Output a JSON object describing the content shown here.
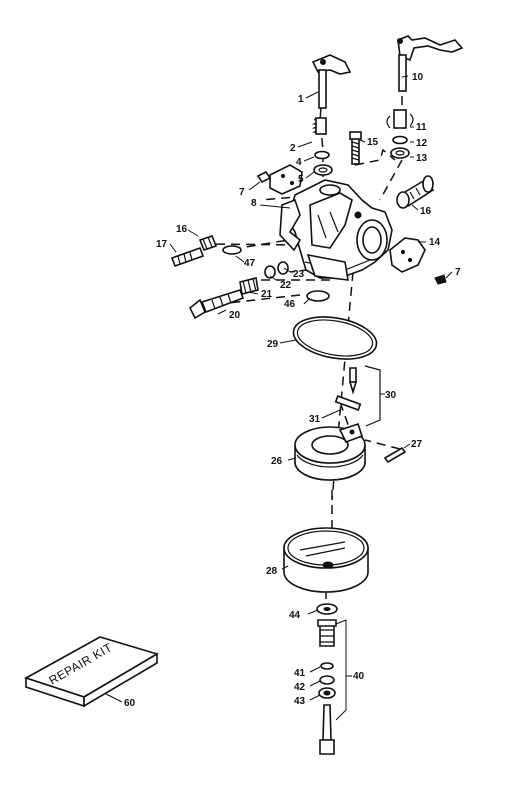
{
  "callouts": {
    "c1": "1",
    "c2": "2",
    "c4": "4",
    "c5": "5",
    "c7a": "7",
    "c7b": "7",
    "c8": "8",
    "c10": "10",
    "c11": "11",
    "c12": "12",
    "c13": "13",
    "c14": "14",
    "c15": "15",
    "c16a": "16",
    "c16b": "16",
    "c17": "17",
    "c20": "20",
    "c21": "21",
    "c22": "22",
    "c23": "23",
    "c26": "26",
    "c27": "27",
    "c28": "28",
    "c29": "29",
    "c30": "30",
    "c31": "31",
    "c40": "40",
    "c41": "41",
    "c42": "42",
    "c43": "43",
    "c44": "44",
    "c46": "46",
    "c47": "47",
    "c60": "60"
  },
  "repair_kit": {
    "label": "REPAIR KIT"
  }
}
